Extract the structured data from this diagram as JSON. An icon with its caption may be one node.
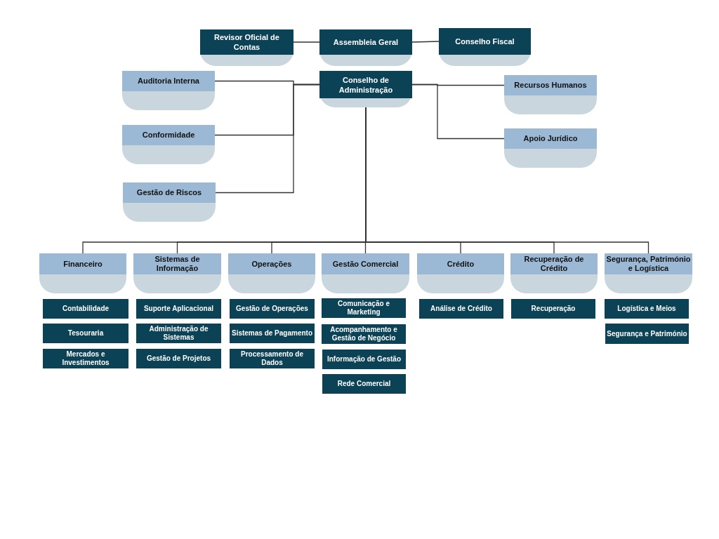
{
  "diagram": {
    "nodes": [
      {
        "text": [
          "Revisor Oficial de Contas"
        ]
      },
      {
        "text": [
          "Assembleia Geral"
        ]
      },
      {
        "text": [
          "Conselho Fiscal"
        ]
      },
      {
        "text": [
          "Auditoria Interna"
        ]
      },
      {
        "text": [
          "Conselho de Administração"
        ]
      },
      {
        "text": [
          "Recursos Humanos"
        ]
      },
      {
        "text": [
          "Conformidade"
        ]
      },
      {
        "text": [
          "Apoio Jurídico"
        ]
      },
      {
        "text": [
          "Gestão de Riscos"
        ]
      },
      {
        "text": [
          "Financeiro"
        ]
      },
      {
        "text": [
          "Sistemas de Informação"
        ]
      },
      {
        "text": [
          "Operações"
        ]
      },
      {
        "text": [
          "Gestão Comercial"
        ]
      },
      {
        "text": [
          "Crédito"
        ]
      },
      {
        "text": [
          "Recuperação de Crédito"
        ]
      },
      {
        "text": [
          "Segurança, Património e Logística"
        ]
      },
      {
        "text": [
          "Contabilidade"
        ]
      },
      {
        "text": [
          "Tesouraria"
        ]
      },
      {
        "text": [
          "Mercados e Investimentos"
        ]
      },
      {
        "text": [
          "Suporte Aplicacional"
        ]
      },
      {
        "text": [
          "Administração de Sistemas"
        ]
      },
      {
        "text": [
          "Gestão de Projetos"
        ]
      },
      {
        "text": [
          "Gestão de Operações"
        ]
      },
      {
        "text": [
          "Sistemas de Pagamento"
        ]
      },
      {
        "text": [
          "Processamento de Dados"
        ]
      },
      {
        "text": [
          "Comunicação e Marketing"
        ]
      },
      {
        "text": [
          "Acompanhamento e Gestão de Negócio"
        ]
      },
      {
        "text": [
          "Informação de Gestão"
        ]
      },
      {
        "text": [
          "Rede Comercial"
        ]
      },
      {
        "text": [
          "Análise de Crédito"
        ]
      },
      {
        "text": [
          "Recuperação"
        ]
      },
      {
        "text": [
          "Logística e Meios"
        ]
      },
      {
        "text": [
          "Segurança e Património"
        ]
      }
    ],
    "edges": [
      {
        "from": 1,
        "to": 0,
        "arrow": "none"
      },
      {
        "from": 1,
        "to": 2,
        "arrow": "none"
      },
      {
        "from": 4,
        "to": 3,
        "arrow": "none"
      },
      {
        "from": 4,
        "to": 6,
        "arrow": "none"
      },
      {
        "from": 4,
        "to": 8,
        "arrow": "none"
      },
      {
        "from": 4,
        "to": 5,
        "arrow": "none"
      },
      {
        "from": 4,
        "to": 7,
        "arrow": "none"
      },
      {
        "from": 4,
        "to": 9,
        "arrow": "none"
      },
      {
        "from": 4,
        "to": 10,
        "arrow": "none"
      },
      {
        "from": 4,
        "to": 11,
        "arrow": "none"
      },
      {
        "from": 4,
        "to": 12,
        "arrow": "none"
      },
      {
        "from": 4,
        "to": 13,
        "arrow": "none"
      },
      {
        "from": 4,
        "to": 14,
        "arrow": "none"
      },
      {
        "from": 4,
        "to": 15,
        "arrow": "none"
      }
    ]
  }
}
